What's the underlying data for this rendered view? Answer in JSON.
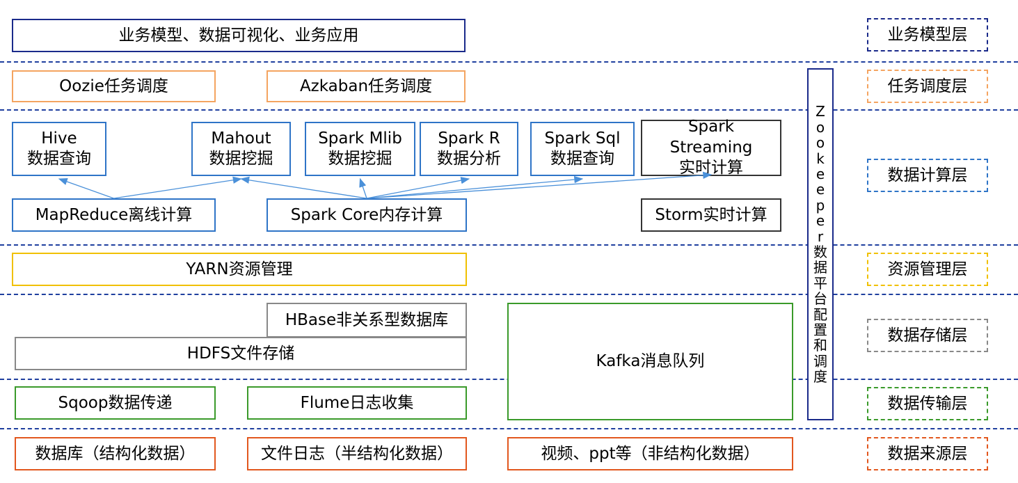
{
  "colors": {
    "navy": "#1a2a8a",
    "orange": "#f4a460",
    "blue": "#2e74c7",
    "black": "#333333",
    "yellow": "#f0c000",
    "gray": "#888888",
    "green": "#3a9a2a",
    "red": "#e2571e",
    "separator": "#1f3f9f",
    "arrow": "#4a90d9"
  },
  "layers": [
    {
      "id": "business",
      "label": "业务模型层"
    },
    {
      "id": "scheduling",
      "label": "任务调度层"
    },
    {
      "id": "compute",
      "label": "数据计算层"
    },
    {
      "id": "resource",
      "label": "资源管理层"
    },
    {
      "id": "storage",
      "label": "数据存储层"
    },
    {
      "id": "transport",
      "label": "数据传输层"
    },
    {
      "id": "source",
      "label": "数据来源层"
    }
  ],
  "business": {
    "app": "业务模型、数据可视化、业务应用"
  },
  "scheduling": {
    "oozie": "Oozie任务调度",
    "azkaban": "Azkaban任务调度"
  },
  "compute": {
    "hive": "Hive\n数据查询",
    "mahout": "Mahout\n数据挖掘",
    "spark_mlib": "Spark Mlib\n数据挖掘",
    "spark_r": "Spark R\n数据分析",
    "spark_sql": "Spark Sql\n数据查询",
    "spark_streaming": "Spark\nStreaming\n实时计算",
    "mapreduce": "MapReduce离线计算",
    "spark_core": "Spark Core内存计算",
    "storm": "Storm实时计算"
  },
  "resource": {
    "yarn": "YARN资源管理"
  },
  "storage": {
    "hbase": "HBase非关系型数据库",
    "hdfs": "HDFS文件存储",
    "kafka": "Kafka消息队列"
  },
  "transport": {
    "sqoop": "Sqoop数据传递",
    "flume": "Flume日志收集"
  },
  "source": {
    "database": "数据库（结构化数据）",
    "file_log": "文件日志（半结构化数据）",
    "video_ppt": "视频、ppt等（非结构化数据）"
  },
  "zookeeper": {
    "chars": [
      "Z",
      "o",
      "o",
      "k",
      "e",
      "e",
      "p",
      "e",
      "r",
      "数",
      "据",
      "平",
      "台",
      "配",
      "置",
      "和",
      "调",
      "度"
    ]
  },
  "edges": [
    {
      "from": "mapreduce",
      "to": "hive"
    },
    {
      "from": "mapreduce",
      "to": "mahout"
    },
    {
      "from": "spark_core",
      "to": "mahout"
    },
    {
      "from": "spark_core",
      "to": "spark_mlib"
    },
    {
      "from": "spark_core",
      "to": "spark_r"
    },
    {
      "from": "spark_core",
      "to": "spark_sql"
    },
    {
      "from": "spark_core",
      "to": "spark_streaming"
    }
  ]
}
